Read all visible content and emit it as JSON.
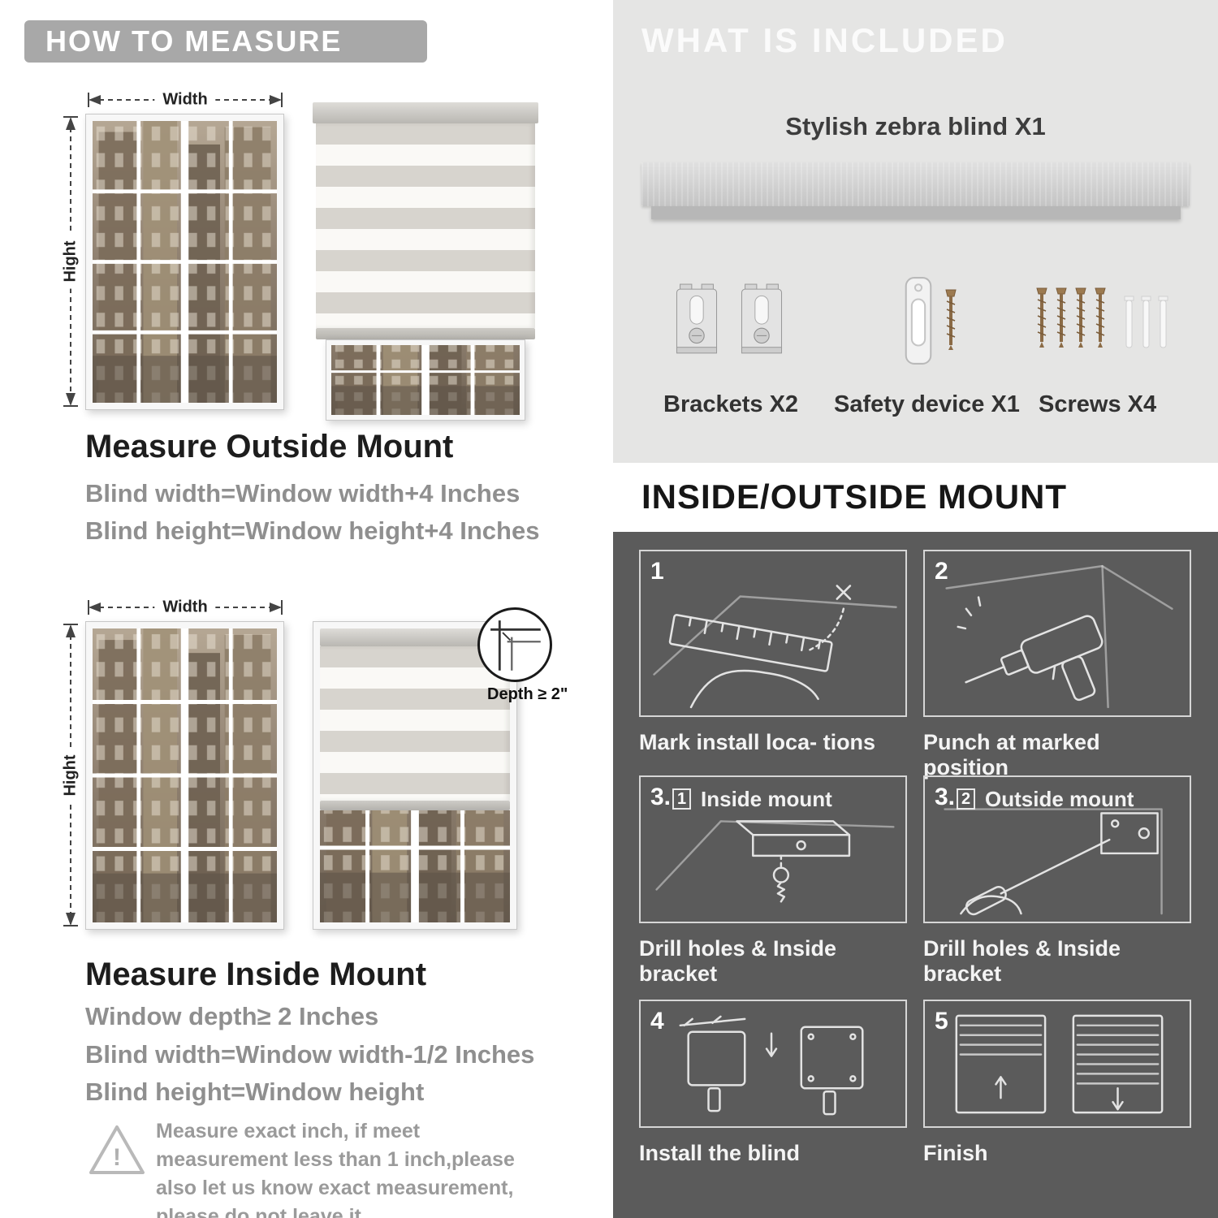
{
  "measure": {
    "banner": "HOW TO MEASURE",
    "width_label": "Width",
    "height_label": "Hight",
    "outside": {
      "heading": "Measure Outside Mount",
      "lines": [
        "Blind width=Window width+4 Inches",
        "Blind height=Window height+4 Inches"
      ]
    },
    "inside": {
      "heading": "Measure Inside Mount",
      "depth_callout": "Depth ≥ 2\"",
      "lines": [
        "Window depth≥ 2 Inches",
        "Blind width=Window width-1/2 Inches",
        "Blind height=Window height"
      ]
    },
    "note": "Measure exact inch, if meet measurement less than 1 inch,please also let us know exact measurement, please do not leave it"
  },
  "included": {
    "title": "WHAT IS INCLUDED",
    "product_label": "Stylish zebra blind X1",
    "items": [
      {
        "name": "brackets",
        "label": "Brackets X2"
      },
      {
        "name": "safety-device",
        "label": "Safety device X1"
      },
      {
        "name": "screws",
        "label": "Screws X4"
      }
    ]
  },
  "mount_guide": {
    "title": "INSIDE/OUTSIDE MOUNT",
    "steps": [
      {
        "num": "1",
        "sub": "",
        "tag": "",
        "caption": "Mark install loca- tions"
      },
      {
        "num": "2",
        "sub": "",
        "tag": "",
        "caption": "Punch at  marked position"
      },
      {
        "num": "3.",
        "sub": "1",
        "tag": "Inside mount",
        "caption": "Drill holes &  Inside bracket"
      },
      {
        "num": "3.",
        "sub": "2",
        "tag": "Outside mount",
        "caption": "Drill holes &  Inside bracket"
      },
      {
        "num": "4",
        "sub": "",
        "tag": "",
        "caption": "Install the blind"
      },
      {
        "num": "5",
        "sub": "",
        "tag": "",
        "caption": "Finish"
      }
    ]
  },
  "colors": {
    "banner_bg": "#a8a8a8",
    "included_bg": "#e5e5e4",
    "panel_bg": "#5b5b5b",
    "muted_text": "#8f8f8f"
  }
}
